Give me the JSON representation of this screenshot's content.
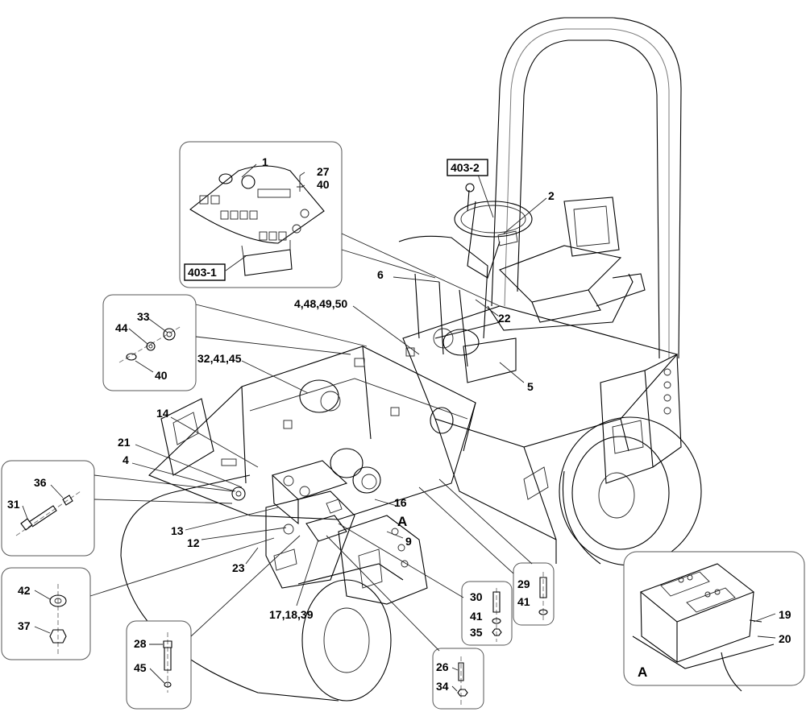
{
  "drawing": {
    "callouts": {
      "c1": "1",
      "c2": "2",
      "c4": "4",
      "c4484950": "4,48,49,50",
      "c5": "5",
      "c6": "6",
      "c9": "9",
      "c12": "12",
      "c13": "13",
      "c14": "14",
      "c16": "16",
      "c171839": "17,18,39",
      "c19": "19",
      "c20": "20",
      "c21": "21",
      "c22": "22",
      "c23": "23",
      "c26": "26",
      "c27": "27",
      "c28": "28",
      "c29": "29",
      "c30": "30",
      "c31": "31",
      "c324145": "32,41,45",
      "c33": "33",
      "c34": "34",
      "c35": "35",
      "c36": "36",
      "c37": "37",
      "c40a": "40",
      "c40b": "40",
      "c41a": "41",
      "c41b": "41",
      "c42": "42",
      "c44": "44",
      "c45": "45",
      "viewA_main": "A",
      "viewA_detail": "A"
    },
    "refs": {
      "r403_1": "403-1",
      "r403_2": "403-2"
    }
  }
}
